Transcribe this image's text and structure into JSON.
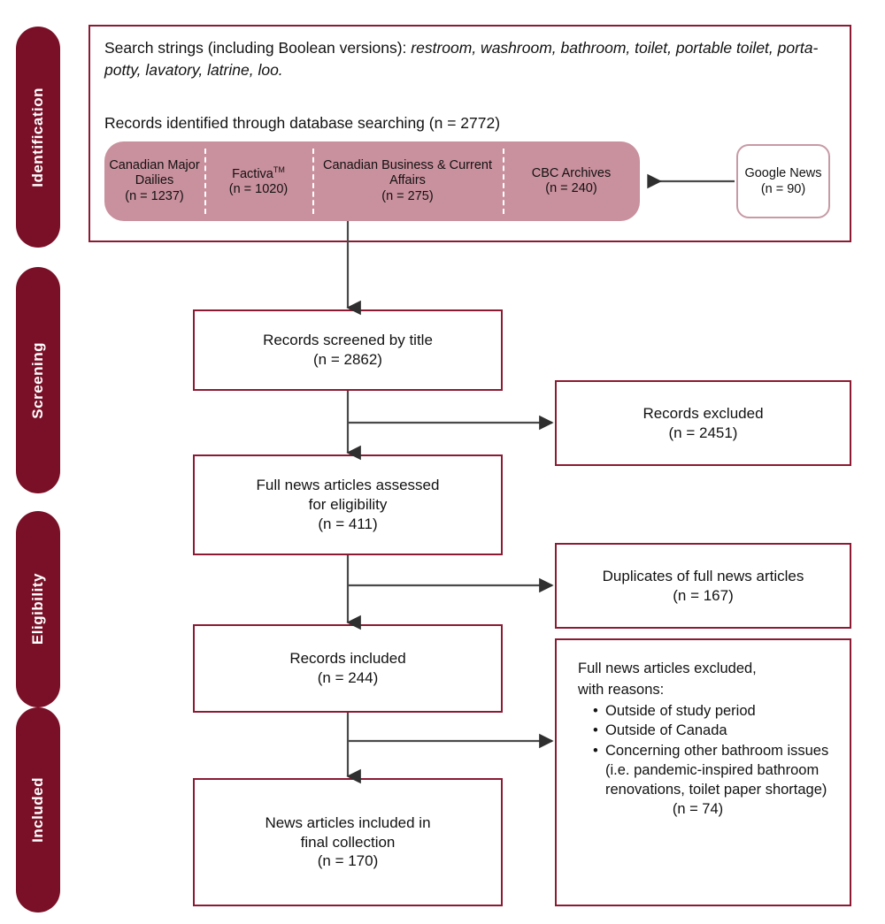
{
  "colors": {
    "stage_pill": "#7a1027",
    "box_border": "#8b1a32",
    "database_band": "#c9909d",
    "google_news_border": "#c79aa5",
    "arrow": "#3d3d3d",
    "text": "#121212"
  },
  "stages": [
    {
      "id": "identification",
      "label": "Identification"
    },
    {
      "id": "screening",
      "label": "Screening"
    },
    {
      "id": "eligibility",
      "label": "Eligibility"
    },
    {
      "id": "included",
      "label": "Included"
    }
  ],
  "identification": {
    "search_strings": {
      "lead": "Search strings (including Boolean versions):",
      "terms": " restroom, washroom, bathroom, toilet, portable toilet, porta-potty, lavatory, latrine, loo."
    },
    "records_identified": "Records identified through database searching (n = 2772)",
    "databases": [
      {
        "name": "Canadian Major Dailies",
        "count": "(n = 1237)"
      },
      {
        "name": "Factiva",
        "superscript": "TM",
        "count": "(n = 1020)"
      },
      {
        "name": "Canadian Business & Current Affairs",
        "count": "(n = 275)"
      },
      {
        "name": "CBC Archives",
        "count": "(n = 240)"
      }
    ],
    "extra_source": {
      "name": "Google News",
      "count": "(n = 90)"
    }
  },
  "flow": {
    "screened": {
      "title": "Records screened by title",
      "count": "(n = 2862)"
    },
    "assessed": {
      "title_line1": "Full news articles assessed",
      "title_line2": "for eligibility",
      "count": "(n = 411)"
    },
    "included": {
      "title": "Records included",
      "count": "(n = 244)"
    },
    "final": {
      "title_line1": "News articles included in",
      "title_line2": "final collection",
      "count": "(n = 170)"
    }
  },
  "exclusions": {
    "records_excluded": {
      "title": "Records excluded",
      "count": "(n = 2451)"
    },
    "duplicates": {
      "title": "Duplicates of full news articles",
      "count": "(n = 167)"
    },
    "reasons": {
      "head_line1": "Full news articles excluded,",
      "head_line2": "with reasons:",
      "items": [
        "Outside of study period",
        "Outside of Canada",
        "Concerning other bathroom issues (i.e. pandemic-inspired bathroom renovations, toilet paper shortage)"
      ],
      "count": "(n = 74)"
    }
  }
}
